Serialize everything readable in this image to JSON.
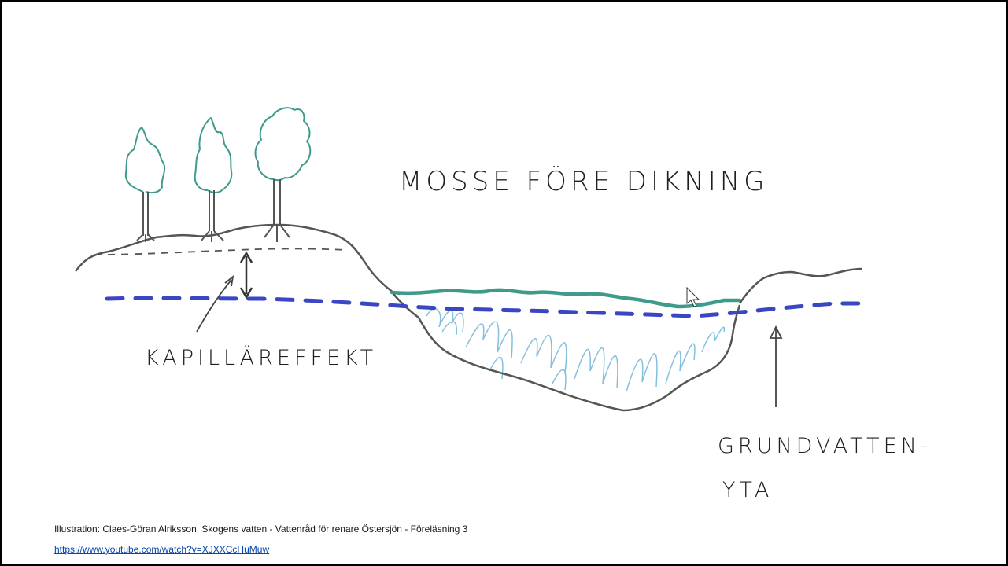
{
  "diagram": {
    "title": "MOSSE FÖRE DIKNING",
    "label_capillary": "KAPILLÄREFFEKT",
    "label_groundwater_line1": "GRUNDVATTEN-",
    "label_groundwater_line2": "YTA"
  },
  "footer": {
    "caption": "Illustration: Claes-Göran Alriksson, Skogens vatten - Vattenråd för renare Östersjön - Föreläsning 3",
    "link": "https://www.youtube.com/watch?v=XJXXCcHuMuw"
  },
  "colors": {
    "ink": "#555555",
    "groundwater": "#3a46c4",
    "bog_surface": "#3f9a8c",
    "bog_hatch": "#6fb6d8",
    "tree": "#3f9a8c"
  }
}
